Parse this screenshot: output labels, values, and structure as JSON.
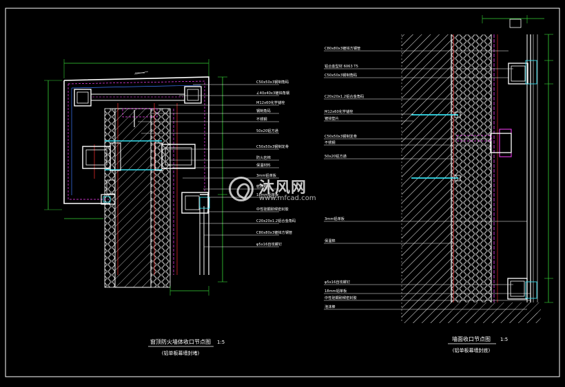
{
  "drawing": {
    "left_title": "窗顶防火墙体收口节点图",
    "left_scale": "1:5",
    "left_subtitle": "(铝单板幕墙封堵)",
    "right_title": "墙面收口节点图",
    "right_scale": "1:5",
    "right_subtitle": "(铝单板幕墙封底)"
  },
  "left_labels": [
    "C50x50x3钢制角码",
    "∠40x40x3镀锌角钢",
    "M12x60化学锚栓",
    "钢制角码",
    "不锈钢",
    "50x20铝方通",
    "C50x50x3钢制龙骨",
    "防火岩棉",
    "保温材料",
    "3mm铝单板",
    "密封胶",
    "18mm铝单板",
    "中性硅酮耐候密封胶",
    "C20x20x1.2铝合金角码",
    "C80x80x3镀锌方钢管",
    "φ5x16自攻螺钉"
  ],
  "right_labels": [
    "C80x80x3镀锌方钢管",
    "铝合金型材 6063 T5",
    "C50x50x3钢制角码",
    "C20x20x1.2铝合金角码",
    "M12x60化学锚栓",
    "镀锌垫片",
    "C50x50x3钢制龙骨",
    "不锈钢",
    "50x20铝方通",
    "3mm铝单板",
    "保温棉",
    "φ5x16自攻螺钉",
    "18mm铝单板",
    "中性硅酮耐候密封胶",
    "泡沫棒"
  ],
  "watermark": {
    "title": "沐风网",
    "url": "www.mfcad.com"
  },
  "colors": {
    "background": "#000000",
    "frame": "#ffffff",
    "steel": "#ffffff",
    "insulation": "#ffffff",
    "guide_red": "#ff3030",
    "guide_magenta": "#ff40ff",
    "blue": "#3f7bff",
    "dimension": "#38d638",
    "cyan": "#35e0f0",
    "label": "#ffffff"
  }
}
